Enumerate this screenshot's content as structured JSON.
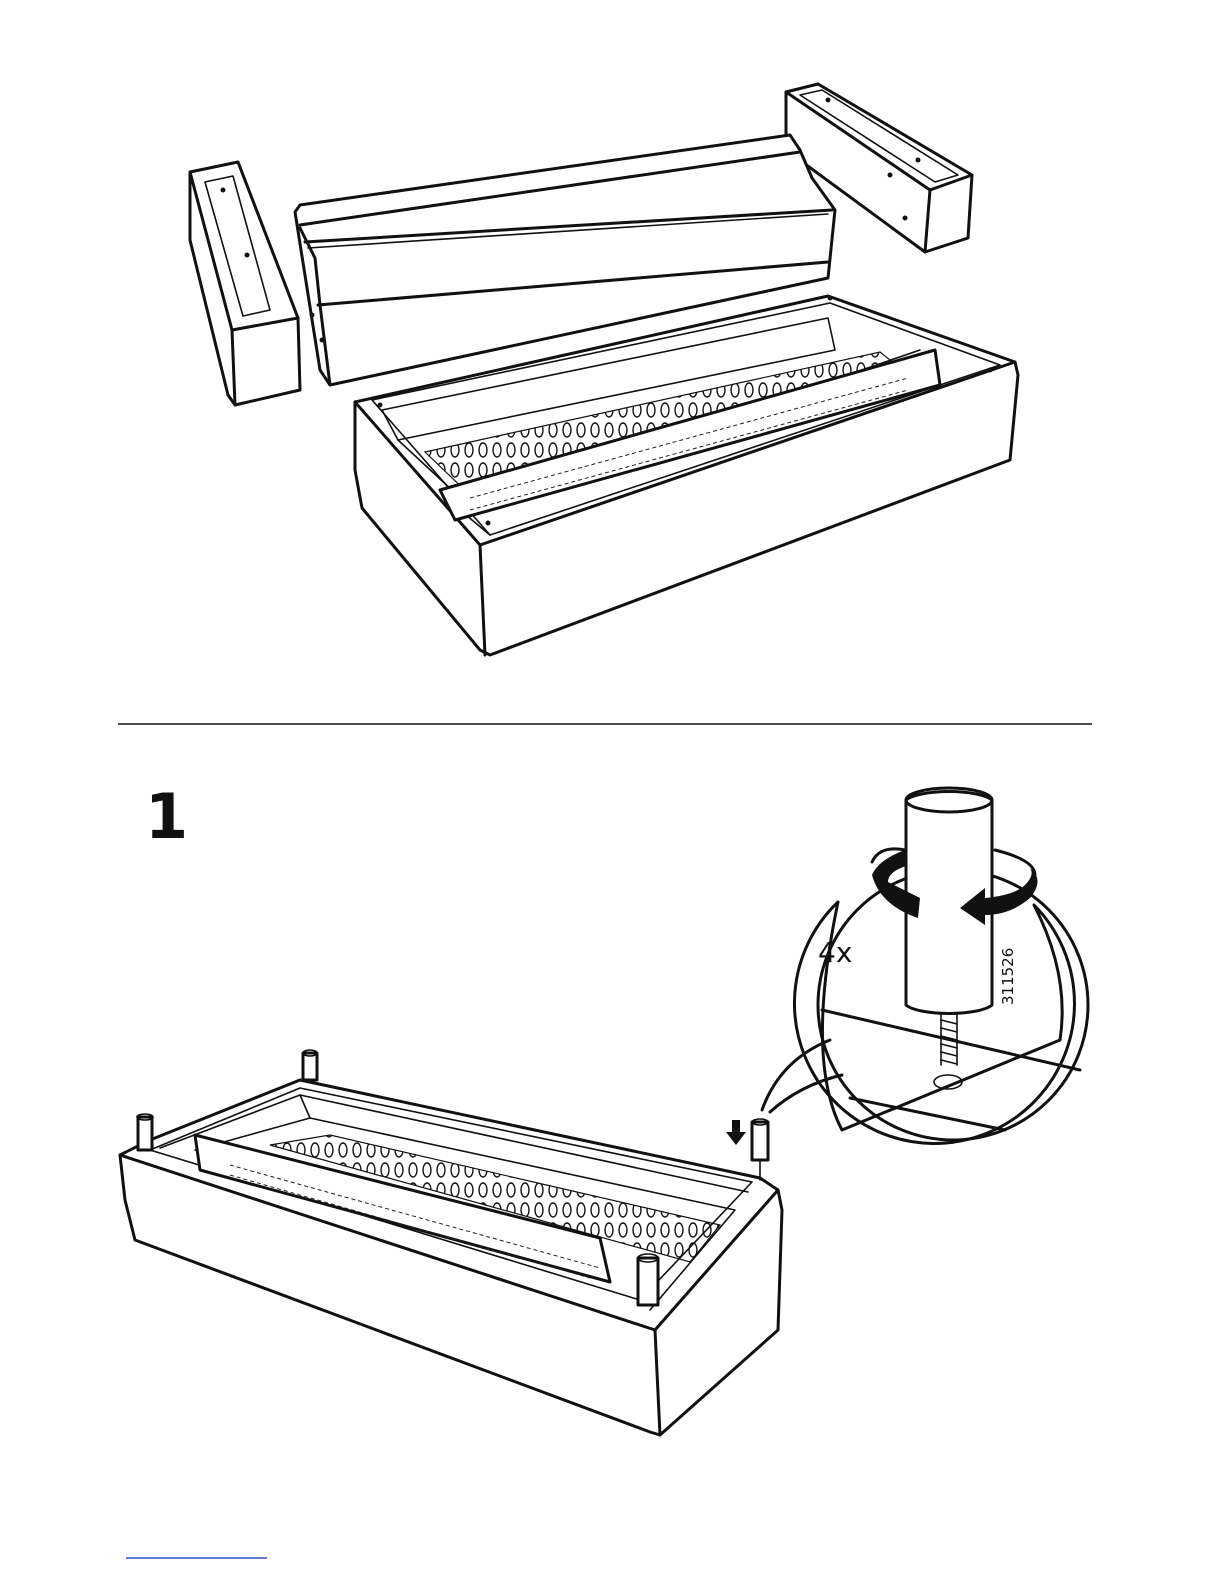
{
  "step": {
    "number": "1"
  },
  "detail": {
    "quantity": "4x",
    "part_number": "311526"
  },
  "colors": {
    "ink": "#111111",
    "paper": "#ffffff",
    "footer_link": "#2b4fc7"
  },
  "icons": [
    "rotate-arrow-icon",
    "down-arrow-icon"
  ]
}
